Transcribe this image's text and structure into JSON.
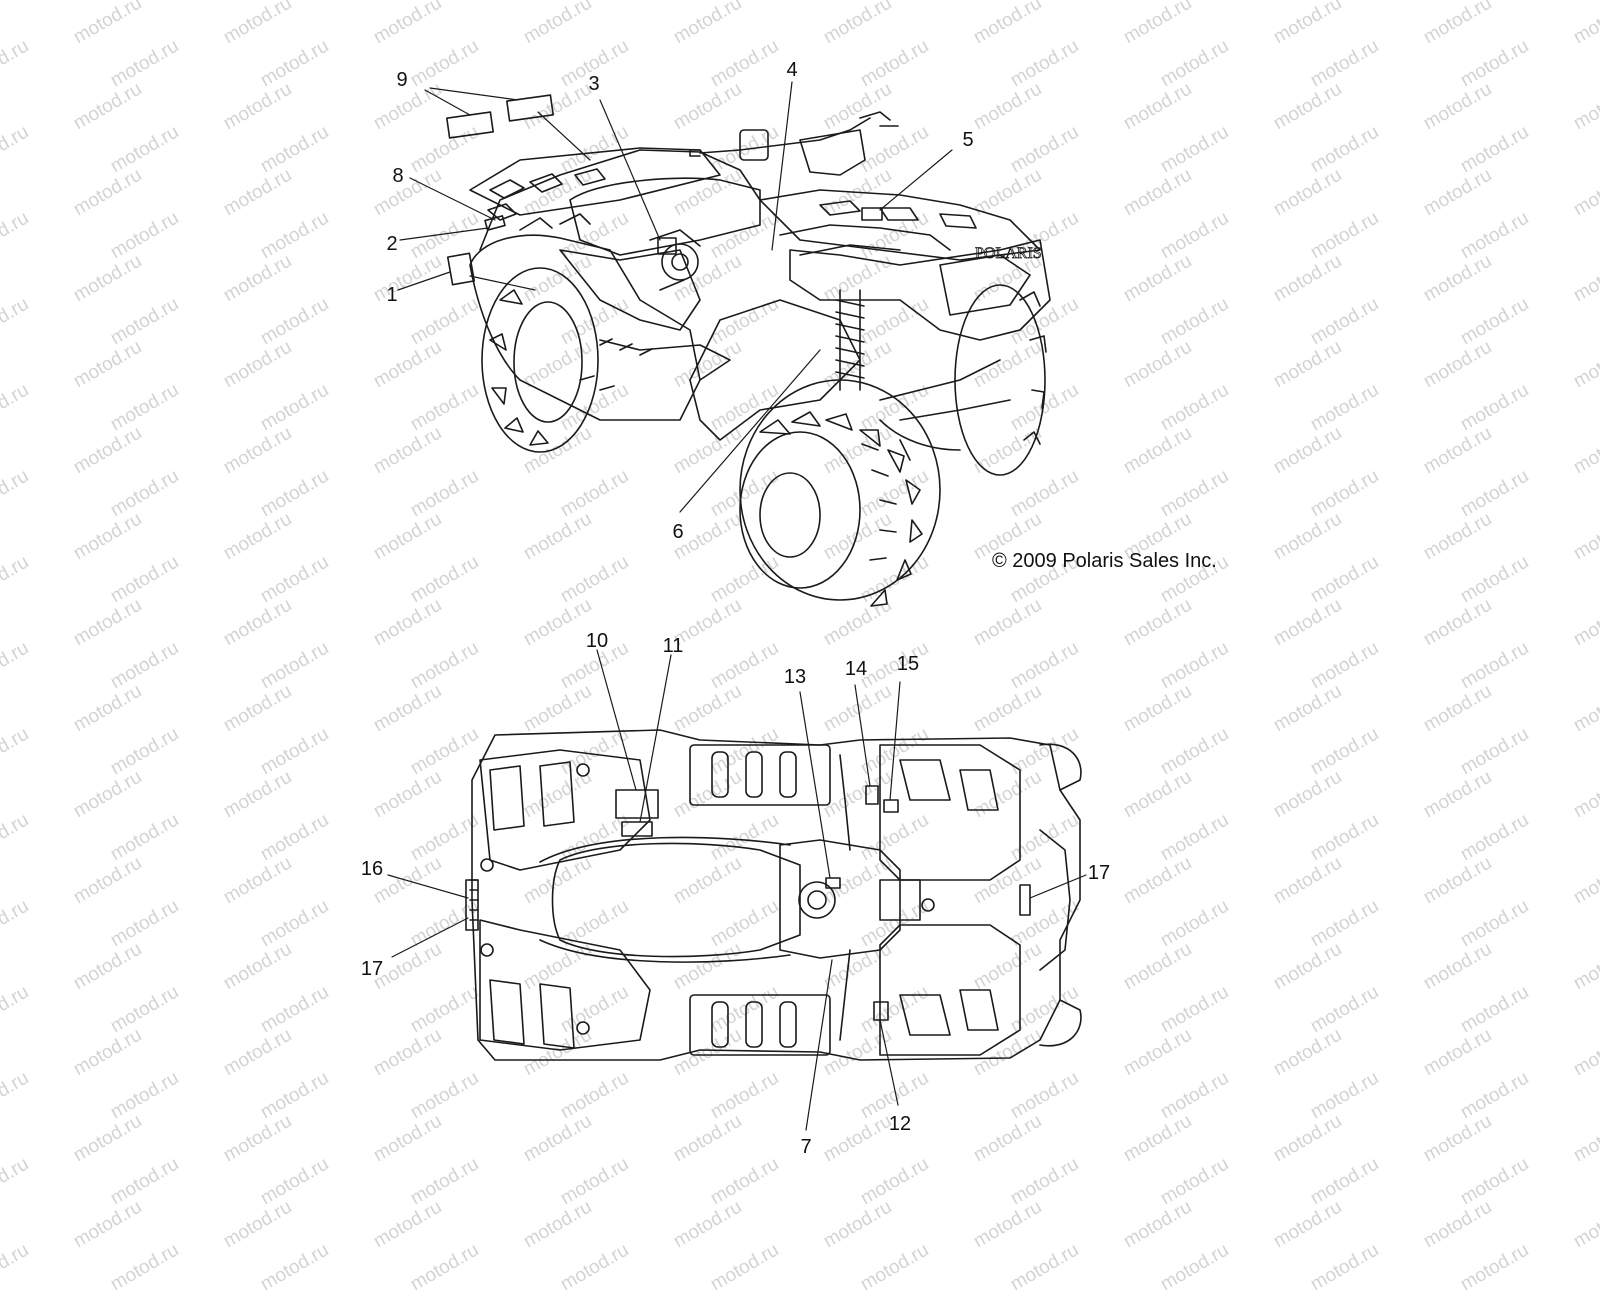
{
  "watermark": "motod.ru",
  "copyright": "© 2009 Polaris Sales Inc.",
  "callouts": [
    "1",
    "2",
    "3",
    "4",
    "5",
    "6",
    "7",
    "8",
    "9",
    "10",
    "11",
    "12",
    "13",
    "14",
    "15",
    "16",
    "17",
    "17"
  ],
  "colors": {
    "line": "#1a1a1a",
    "watermark": "#d3d3d3"
  }
}
